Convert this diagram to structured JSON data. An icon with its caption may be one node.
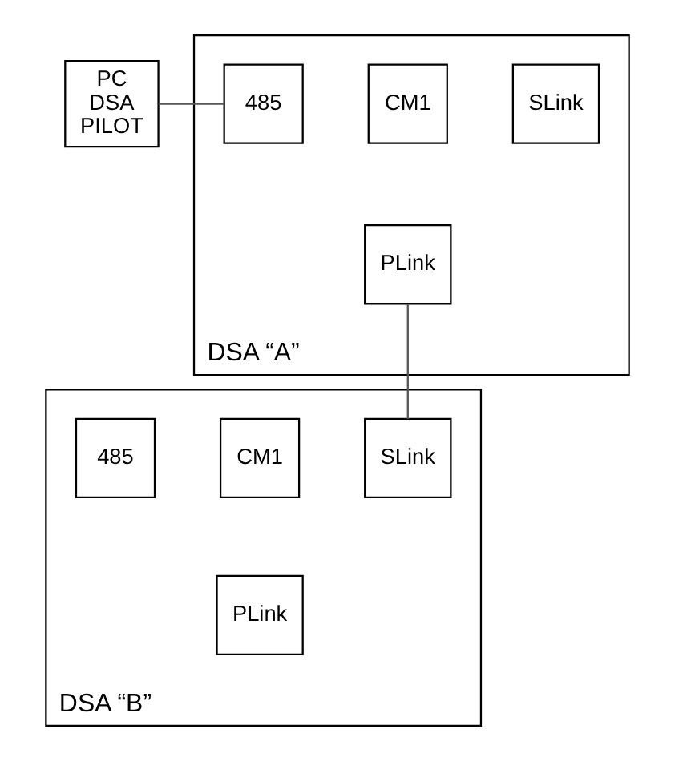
{
  "diagram": {
    "nodes": [
      {
        "text": [
          "PC DSA PILOT"
        ]
      },
      {
        "text": [
          "DSA “A”"
        ]
      },
      {
        "text": [
          "485"
        ],
        "in": 1
      },
      {
        "text": [
          "CM1"
        ],
        "in": 1
      },
      {
        "text": [
          "SLink"
        ],
        "in": 1
      },
      {
        "text": [
          "PLink"
        ],
        "in": 1
      },
      {
        "text": [
          "DSA “B”"
        ]
      },
      {
        "text": [
          "485"
        ],
        "in": 6
      },
      {
        "text": [
          "CM1"
        ],
        "in": 6
      },
      {
        "text": [
          "SLink"
        ],
        "in": 6
      },
      {
        "text": [
          "PLink"
        ],
        "in": 6
      }
    ],
    "edges": [
      {
        "from": 0,
        "to": 2,
        "arrow": "none"
      },
      {
        "from": 5,
        "to": 9,
        "arrow": "none"
      }
    ]
  }
}
